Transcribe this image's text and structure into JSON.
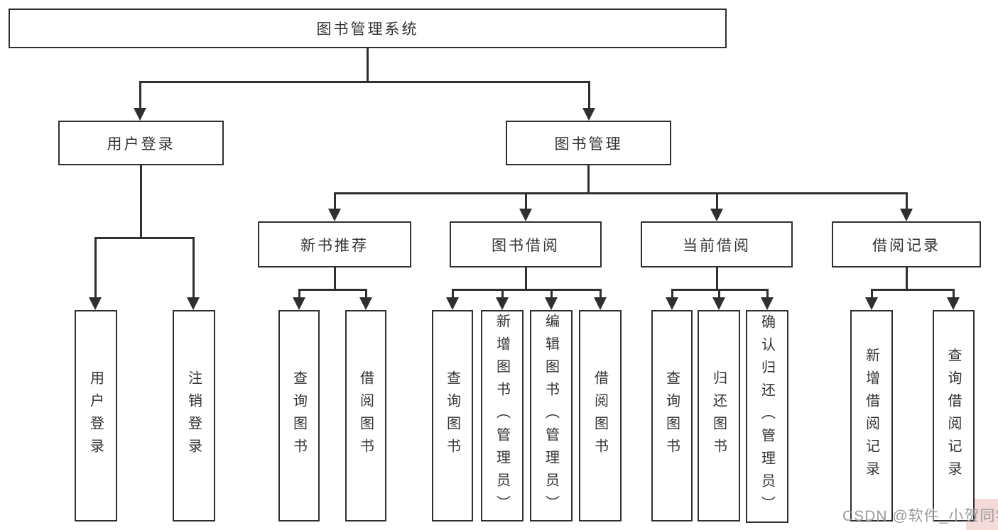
{
  "diagram": {
    "root": {
      "label": "图书管理系统"
    },
    "level2": [
      {
        "id": "user-login",
        "label": "用户登录"
      },
      {
        "id": "book-management",
        "label": "图书管理"
      }
    ],
    "level3": [
      {
        "id": "new-book-recommend",
        "label": "新书推荐"
      },
      {
        "id": "book-borrowing",
        "label": "图书借阅"
      },
      {
        "id": "current-borrowing",
        "label": "当前借阅"
      },
      {
        "id": "borrowing-records",
        "label": "借阅记录"
      }
    ],
    "leaves": [
      {
        "id": "user-login-leaf",
        "label": "用户登录"
      },
      {
        "id": "logout-leaf",
        "label": "注销登录"
      },
      {
        "id": "query-books-1",
        "label": "查询图书"
      },
      {
        "id": "borrow-books-1",
        "label": "借阅图书"
      },
      {
        "id": "query-books-2",
        "label": "查询图书"
      },
      {
        "id": "add-books-admin",
        "label": "新增图书（管理员）"
      },
      {
        "id": "edit-books-admin",
        "label": "编辑图书（管理员）"
      },
      {
        "id": "borrow-books-2",
        "label": "借阅图书"
      },
      {
        "id": "query-books-3",
        "label": "查询图书"
      },
      {
        "id": "return-books",
        "label": "归还图书"
      },
      {
        "id": "confirm-return-admin",
        "label": "确认归还（管理员）"
      },
      {
        "id": "add-borrow-record",
        "label": "新增借阅记录"
      },
      {
        "id": "query-borrow-record",
        "label": "查询借阅记录"
      }
    ]
  },
  "watermark": {
    "text": "CSDN @软件_小贺同学"
  },
  "colors": {
    "line": "#2f2f2f",
    "text": "#333333",
    "watermark": "#9b9b9b",
    "watermark_bg": "#f5dada"
  }
}
